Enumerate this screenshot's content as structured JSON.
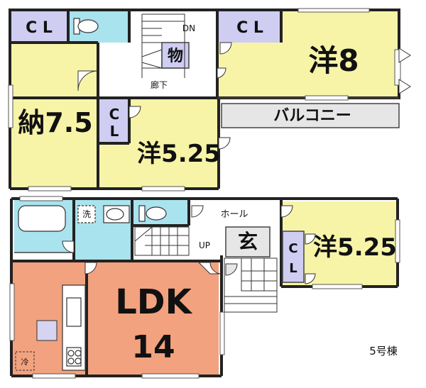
{
  "colors": {
    "western_room": "#f7f4a8",
    "ldk": "#f2a27e",
    "wet_area": "#a9e3ee",
    "storage_cl": "#cfcdf2",
    "hall": "#ffffff",
    "balcony": "#e6e6e6",
    "wall": "#222222"
  },
  "second_floor": {
    "cl_top_left": "C L",
    "dn": "DN",
    "mono_storage": "物",
    "corridor": "廊下",
    "cl_top_right": "C L",
    "western_8": "洋8",
    "storage_7_5": "納7.5",
    "cl_middle": "C\nL",
    "western_5_25": "洋5.25",
    "balcony": "バルコニー"
  },
  "first_floor": {
    "wash": "洗",
    "hall": "ホール",
    "genkan": "玄",
    "up": "UP",
    "cl": "C\nL",
    "western_5_25": "洋5.25",
    "ldk": "LDK",
    "ldk_size": "14",
    "fridge": "冷"
  },
  "building_label": "5号棟"
}
